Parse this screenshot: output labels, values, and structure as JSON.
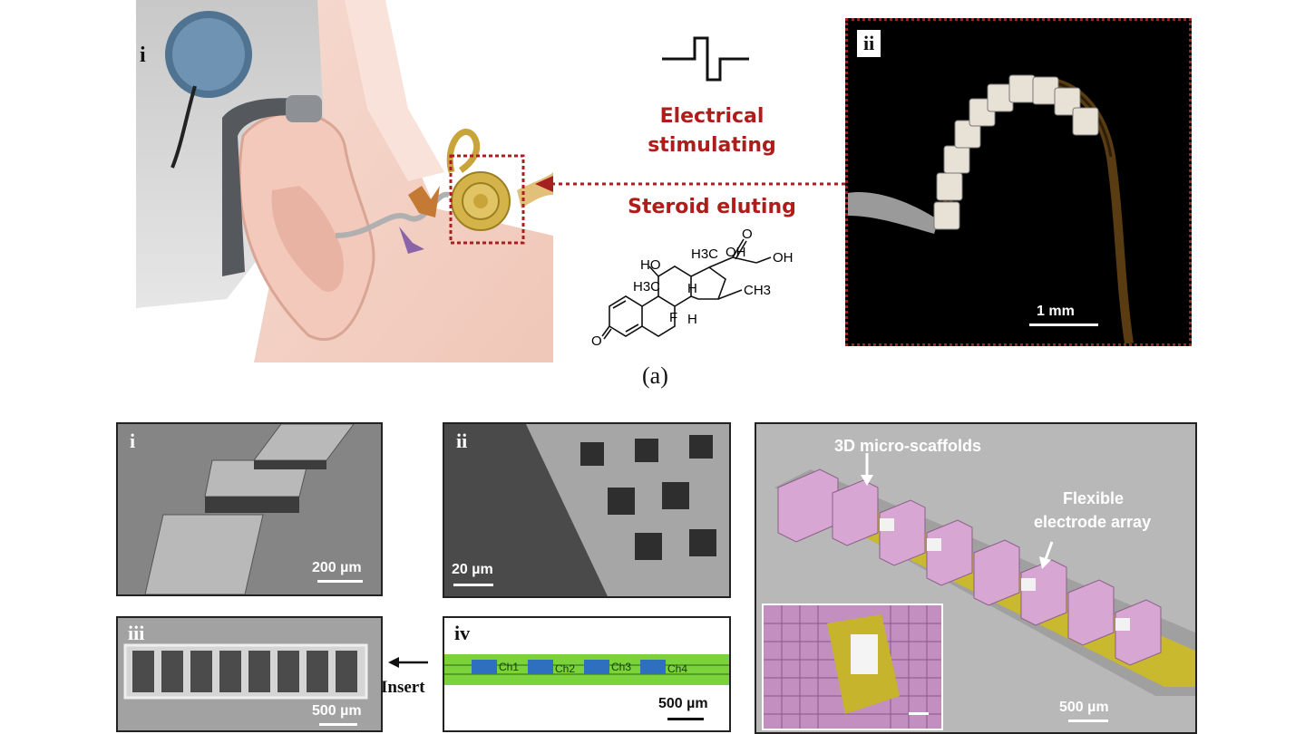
{
  "panel_a": {
    "ear_label": "i",
    "photo_label": "ii",
    "electrical_text_1": "Electrical",
    "electrical_text_2": "stimulating",
    "steroid_text": "Steroid eluting",
    "photo_scale": "1 mm",
    "caption": "(a)",
    "molecule": {
      "ho": "HO",
      "h3c_left": "H3C",
      "h3c_top": "H3C",
      "oh_top": "OH",
      "oh_right": "OH",
      "o_top": "O",
      "o_left": "O",
      "f": "F",
      "h1": "H",
      "h2": "H",
      "ch3": "CH3"
    },
    "colors": {
      "accent_red": "#b01c1c"
    }
  },
  "panel_b": {
    "sem_i": {
      "label": "i",
      "scale": "200 µm"
    },
    "sem_ii": {
      "label": "ii",
      "scale": "20 µm"
    },
    "sem_iii": {
      "label": "iii",
      "scale": "500 µm"
    },
    "sem_iv": {
      "label": "iv",
      "scale": "500 µm",
      "channels": [
        "Ch1",
        "Ch2",
        "Ch3",
        "Ch4"
      ]
    },
    "insert_text": "Insert",
    "large": {
      "scaffold_label": "3D micro-scaffolds",
      "array_label_1": "Flexible",
      "array_label_2": "electrode array",
      "scale": "500 µm"
    }
  }
}
